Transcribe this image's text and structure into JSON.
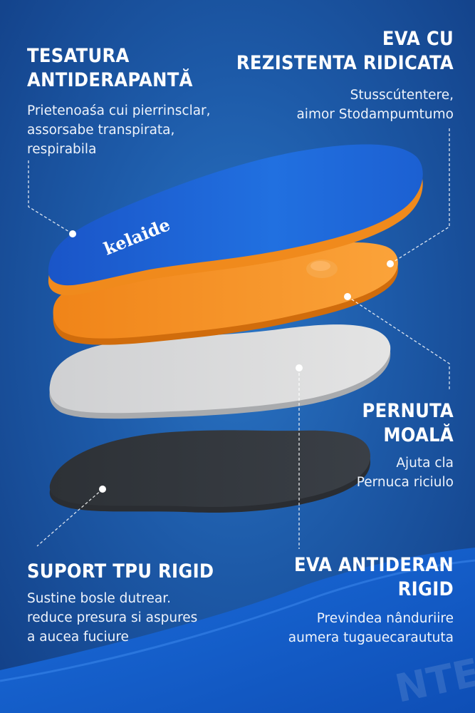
{
  "brand": {
    "logo_text": "kelaide"
  },
  "colors": {
    "background": "#1d5aa8",
    "top_fabric": "#1f63d0",
    "eva_layer": "#f5901e",
    "cushion_layer": "#d9d9d9",
    "tpu_layer": "#33373d",
    "bottom_band": "#1565d8"
  },
  "features": {
    "top_left": {
      "title_line1": "TESATURA",
      "title_line2": "ANTIDERAPANTĂ",
      "desc_line1": "Prietenoaśa cui pierrinsclar,",
      "desc_line2": "assorsabe transpirata,",
      "desc_line3": "respirabila"
    },
    "top_right": {
      "title_line1": "EVA CU",
      "title_line2": "REZISTENTA RIDICATA",
      "desc_line1": "Stusscútentere,",
      "desc_line2": "aimor Stodampumtumo"
    },
    "mid_right": {
      "title_line1": "PERNUTA",
      "title_line2": "MOALĂ",
      "desc_line1": "Ajuta cla",
      "desc_line2": "Pernuca riciulo"
    },
    "bottom_left": {
      "title_line1": "SUPORT TPU RIGID",
      "desc_line1": "Sustine bosle dutrear.",
      "desc_line2": "reduce presura si aspures",
      "desc_line3": "a aucea fuciure"
    },
    "bottom_right": {
      "title_line1": "EVA ANTIDERAN",
      "title_line2": "RIGID",
      "desc_line1": "Previndea nânduriire",
      "desc_line2": "aumera tugauecaraututa"
    }
  },
  "watermark_text": "NTERO"
}
